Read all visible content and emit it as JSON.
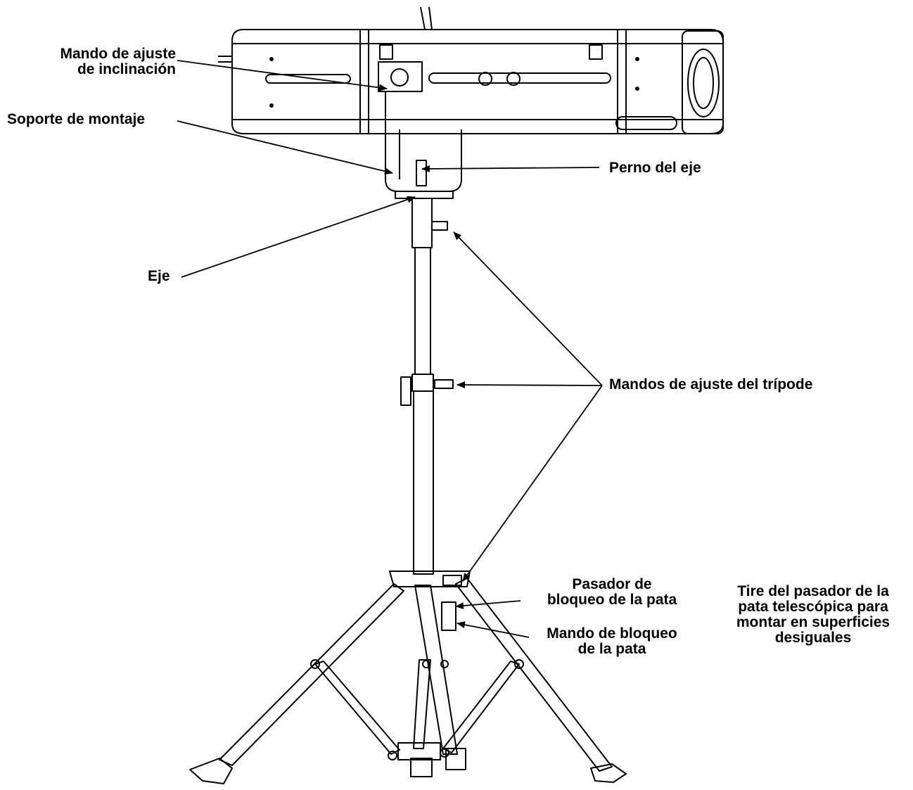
{
  "labels": {
    "tilt_knob": [
      "Mando de ajuste",
      "de inclinación"
    ],
    "mounting_bracket": "Soporte de montaje",
    "shaft_pin": "Perno del eje",
    "shaft": "Eje",
    "tripod_knobs": "Mandos de ajuste del trípode",
    "leg_lock_pin": [
      "Pasador de",
      "bloqueo de la pata"
    ],
    "leg_lock_knob": [
      "Mando de bloqueo",
      "de la pata"
    ],
    "telescopic_note": [
      "Tire del pasador de la",
      "pata telescópica para",
      "montar en superficies",
      "desiguales"
    ]
  }
}
